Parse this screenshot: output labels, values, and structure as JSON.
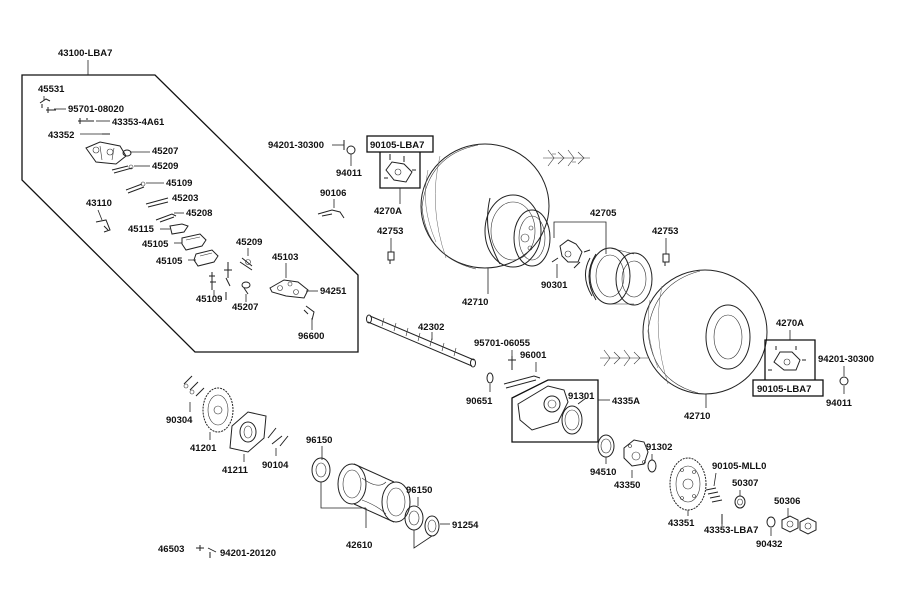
{
  "labels": {
    "kit_group": "43100-LBA7",
    "p45531": "45531",
    "p95701_08020": "95701-08020",
    "p43353_4a61": "43353-4A61",
    "p43352": "43352",
    "p45207_a": "45207",
    "p45209_a": "45209",
    "p45109_a": "45109",
    "p45203": "45203",
    "p43110": "43110",
    "p45208": "45208",
    "p45115": "45115",
    "p45105_a": "45105",
    "p45105_b": "45105",
    "p45209_b": "45209",
    "p45103": "45103",
    "p45109_b": "45109",
    "p45207_b": "45207",
    "p94251": "94251",
    "p96600": "96600",
    "p94201_30300_a": "94201-30300",
    "p90105_lba7_a": "90105-LBA7",
    "p94011_a": "94011",
    "p90106": "90106",
    "p4270a_a": "4270A",
    "p42753_a": "42753",
    "p42705": "42705",
    "p42753_b": "42753",
    "p90301": "90301",
    "p42710_a": "42710",
    "p42302": "42302",
    "p4270a_b": "4270A",
    "p94201_30300_b": "94201-30300",
    "p90105_lba7_b": "90105-LBA7",
    "p94011_b": "94011",
    "p42710_b": "42710",
    "p95701_06055": "95701-06055",
    "p96001": "96001",
    "p90651": "90651",
    "p91301": "91301",
    "p4335a": "4335A",
    "p90304": "90304",
    "p41201": "41201",
    "p41211": "41211",
    "p90104": "90104",
    "p96150_a": "96150",
    "p96150_b": "96150",
    "p91254": "91254",
    "p42610": "42610",
    "p46503": "46503",
    "p94201_20120": "94201-20120",
    "p94510": "94510",
    "p91302": "91302",
    "p43350": "43350",
    "p90105_mll0": "90105-MLL0",
    "p50307": "50307",
    "p50306": "50306",
    "p43351": "43351",
    "p43353_lba7": "43353-LBA7",
    "p90432": "90432"
  }
}
